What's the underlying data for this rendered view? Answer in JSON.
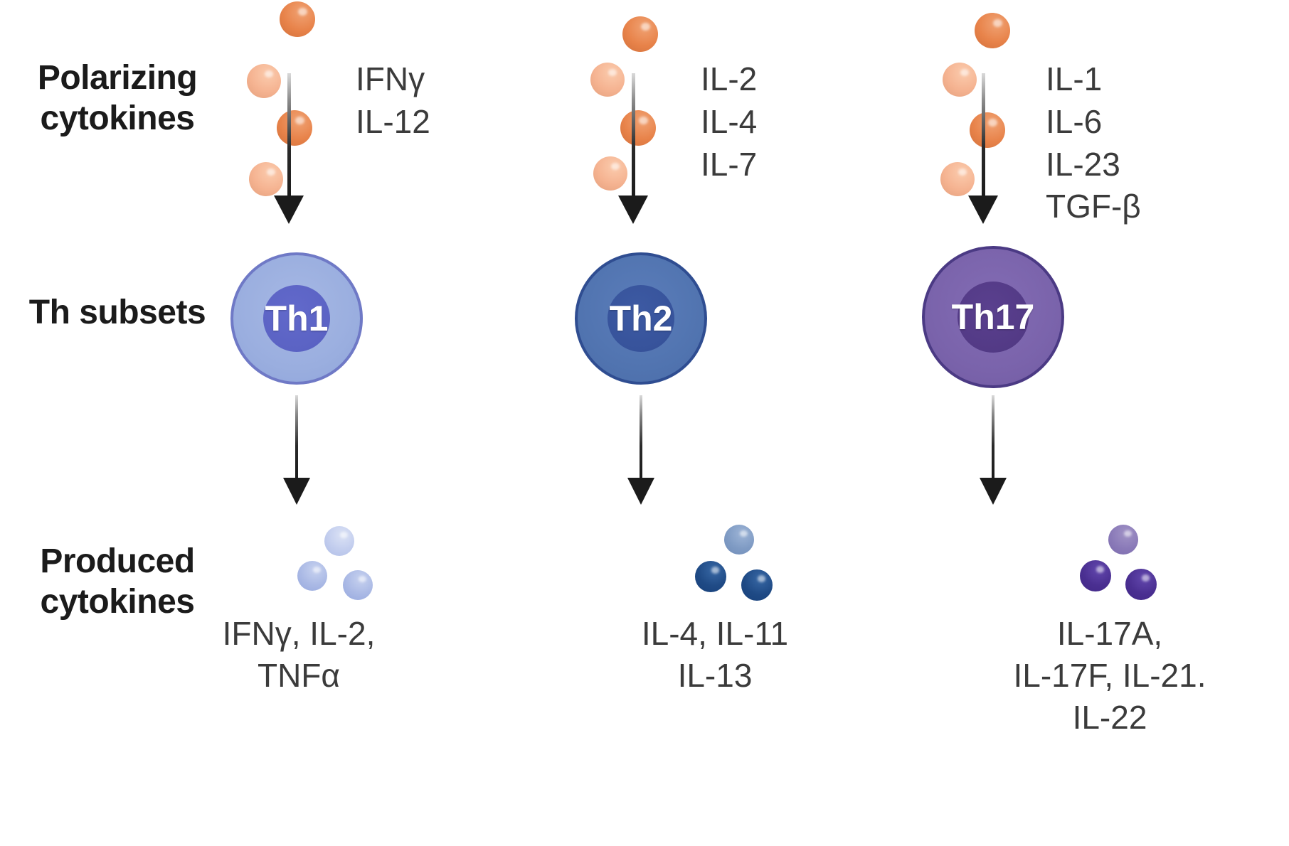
{
  "meta": {
    "title": "T helper cell polarization diagram",
    "background": "#ffffff"
  },
  "row_labels": [
    {
      "id": "polarizing-cytokines",
      "line1": "Polarizing",
      "line2": "cytokines"
    },
    {
      "id": "th-subsets",
      "line1": "Th subsets",
      "line2": ""
    },
    {
      "id": "produced-cytokines",
      "line1": "Produced",
      "line2": "cytokines"
    }
  ],
  "colors": {
    "input_cytokine_dark": "#e8834a",
    "input_cytokine_light": "#f5b391",
    "th1_body": "#9aaedf",
    "th1_nucleus": "#5b63c4",
    "th1_border": "#6f79c6",
    "th2_body": "#5174b0",
    "th2_nucleus": "#37539b",
    "th2_border": "#2f4d91",
    "th17_body": "#7a63ab",
    "th17_nucleus": "#533a86",
    "th17_border": "#4b3a84",
    "out_th1_light": "#c2cdee",
    "out_th1_mid": "#aab9e5",
    "out_th2_light": "#7f9bc4",
    "out_th2_dark": "#1f4a85",
    "out_th17_light": "#8a7ab8",
    "out_th17_dark": "#4a2f91",
    "arrow": "#1b1b1b",
    "text": "#3b3b3b",
    "label_text": "#1b1b1b"
  },
  "columns": [
    {
      "id": "th1",
      "cell_label": "Th1",
      "polarizing_cytokines": [
        "IFNγ",
        "IL-12"
      ],
      "produced_cytokines": [
        "IFNγ, IL-2,",
        "TNFα"
      ]
    },
    {
      "id": "th2",
      "cell_label": "Th2",
      "polarizing_cytokines": [
        "IL-2",
        "IL-4",
        "IL-7"
      ],
      "produced_cytokines": [
        "IL-4, IL-11",
        "IL-13"
      ]
    },
    {
      "id": "th17",
      "cell_label": "Th17",
      "polarizing_cytokines": [
        "IL-1",
        "IL-6",
        "IL-23",
        "TGF-β"
      ],
      "produced_cytokines": [
        "IL-17A,",
        "IL-17F, IL-21.",
        "IL-22"
      ]
    }
  ],
  "icons": {
    "input_sphere": "cytokine-sphere-icon",
    "output_sphere": "cytokine-sphere-icon",
    "arrow_down": "arrow-down-icon",
    "cell": "immune-cell-icon"
  }
}
